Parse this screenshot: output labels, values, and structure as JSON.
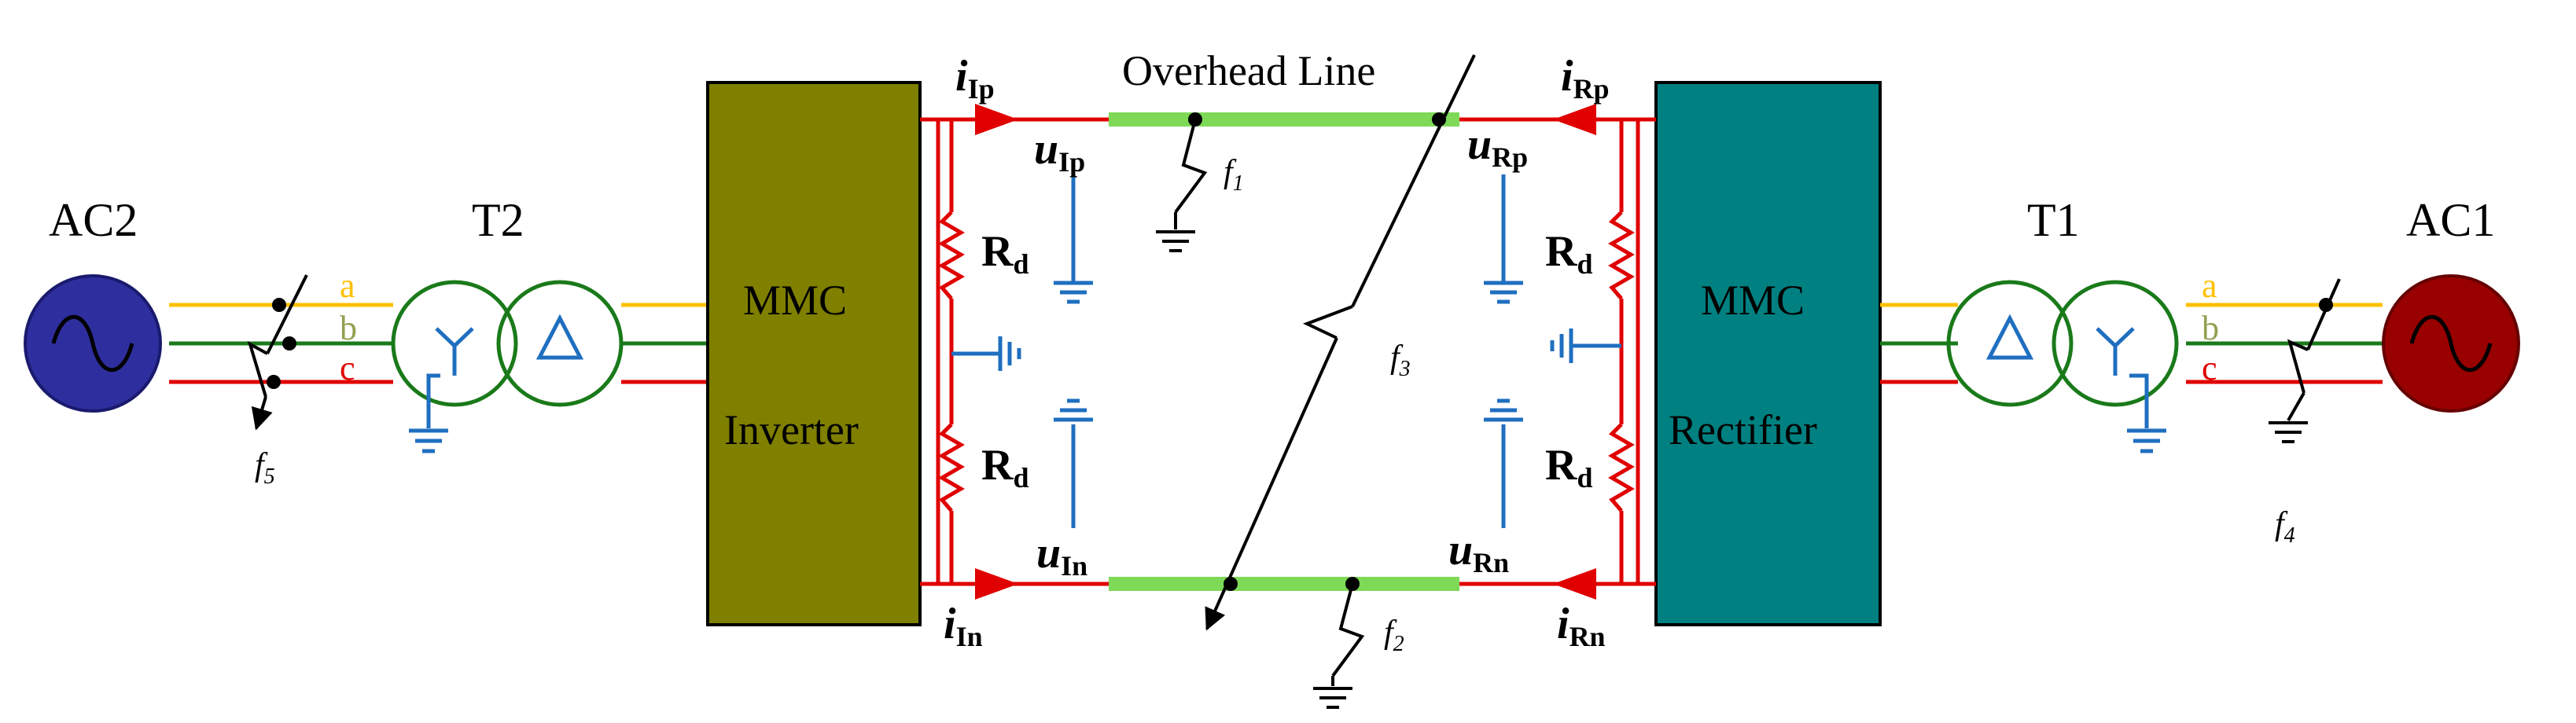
{
  "sources": {
    "ac2": "AC2",
    "ac1": "AC1"
  },
  "transformers": {
    "t2": "T2",
    "t1": "T1"
  },
  "converters": {
    "inverter": {
      "line1": "MMC",
      "line2": "Inverter",
      "fill": "#7f7f00"
    },
    "rectifier": {
      "line1": "MMC",
      "line2": "Rectifier",
      "fill": "#008080"
    }
  },
  "line": {
    "label": "Overhead Line",
    "color": "#7ed957"
  },
  "phases": [
    {
      "label": "a",
      "color": "#ffc000"
    },
    {
      "label": "b",
      "color": "#92a050"
    },
    {
      "label": "c",
      "color": "#e00000"
    }
  ],
  "resistors": {
    "main": "R",
    "sub": "d"
  },
  "currents": {
    "ip": {
      "main": "i",
      "sub": "Ip"
    },
    "in": {
      "main": "i",
      "sub": "In"
    },
    "rp": {
      "main": "i",
      "sub": "Rp"
    },
    "rn": {
      "main": "i",
      "sub": "Rn"
    }
  },
  "voltages": {
    "ip": {
      "main": "u",
      "sub": "Ip"
    },
    "in": {
      "main": "u",
      "sub": "In"
    },
    "rp": {
      "main": "u",
      "sub": "Rp"
    },
    "rn": {
      "main": "u",
      "sub": "Rn"
    }
  },
  "faults": {
    "f1": {
      "main": "f",
      "sub": "1"
    },
    "f2": {
      "main": "f",
      "sub": "2"
    },
    "f3": {
      "main": "f",
      "sub": "3"
    },
    "f4": {
      "main": "f",
      "sub": "4"
    },
    "f5": {
      "main": "f",
      "sub": "5"
    }
  },
  "colors": {
    "dc_line": "#e00000",
    "ground": "#1f6fc0",
    "transformer": "#1a7a1a",
    "ac2_source": "#2e2e9e",
    "ac1_source": "#990000"
  }
}
